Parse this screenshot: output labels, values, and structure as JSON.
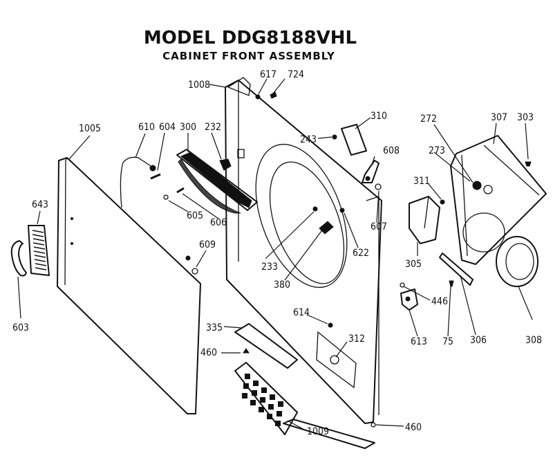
{
  "header": {
    "title": "MODEL DDG8188VHL",
    "subtitle": "CABINET FRONT ASSEMBLY"
  },
  "callouts": {
    "c1008": "1008",
    "c617": "617",
    "c724": "724",
    "c310": "310",
    "c272": "272",
    "c307": "307",
    "c303": "303",
    "c1005": "1005",
    "c610": "610",
    "c604": "604",
    "c300": "300",
    "c232": "232",
    "c243": "243",
    "c608": "608",
    "c273": "273",
    "c643": "643",
    "c605": "605",
    "c606": "606",
    "c311": "311",
    "c607": "607",
    "c609": "609",
    "c622": "622",
    "c233": "233",
    "c380": "380",
    "c305": "305",
    "c446": "446",
    "c603": "603",
    "c614": "614",
    "c335": "335",
    "c312": "312",
    "c613": "613",
    "c75": "75",
    "c306": "306",
    "c308": "308",
    "c460a": "460",
    "c460b": "460",
    "c1009": "1009"
  }
}
